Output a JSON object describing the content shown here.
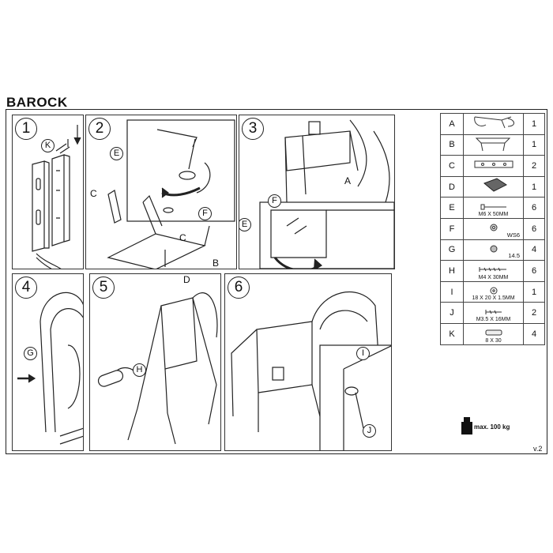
{
  "product": {
    "name": "BAROCK"
  },
  "steps": [
    "1",
    "2",
    "3",
    "4",
    "5",
    "6"
  ],
  "callouts": {
    "s1": [
      "K",
      "K"
    ],
    "s2": [
      "E",
      "F",
      "C",
      "C",
      "B"
    ],
    "s3": [
      "A",
      "F",
      "E"
    ],
    "s4": [
      "G"
    ],
    "s5": [
      "D",
      "H"
    ],
    "s6": [
      "I",
      "J"
    ]
  },
  "parts": [
    {
      "letter": "A",
      "spec": "",
      "qty": "1",
      "icon": "chair-frame-icon"
    },
    {
      "letter": "B",
      "spec": "",
      "qty": "1",
      "icon": "seat-frame-icon"
    },
    {
      "letter": "C",
      "spec": "",
      "qty": "2",
      "icon": "side-rail-icon"
    },
    {
      "letter": "D",
      "spec": "",
      "qty": "1",
      "icon": "seat-cushion-icon"
    },
    {
      "letter": "E",
      "spec": "M6 X 50MM",
      "qty": "6",
      "icon": "bolt-icon"
    },
    {
      "letter": "F",
      "spec": "WS6",
      "qty": "6",
      "icon": "washer-icon"
    },
    {
      "letter": "G",
      "spec": "14.5",
      "qty": "4",
      "icon": "cap-icon"
    },
    {
      "letter": "H",
      "spec": "M4 X 30MM",
      "qty": "6",
      "icon": "screw-icon"
    },
    {
      "letter": "I",
      "spec": "18 X 20 X 1.5MM",
      "qty": "1",
      "icon": "bracket-icon"
    },
    {
      "letter": "J",
      "spec": "M3.5 X 16MM",
      "qty": "2",
      "icon": "small-screw-icon"
    },
    {
      "letter": "K",
      "spec": "8 X 30",
      "qty": "4",
      "icon": "dowel-icon"
    }
  ],
  "weight": {
    "label": "max. 100 kg"
  },
  "version": "v.2"
}
